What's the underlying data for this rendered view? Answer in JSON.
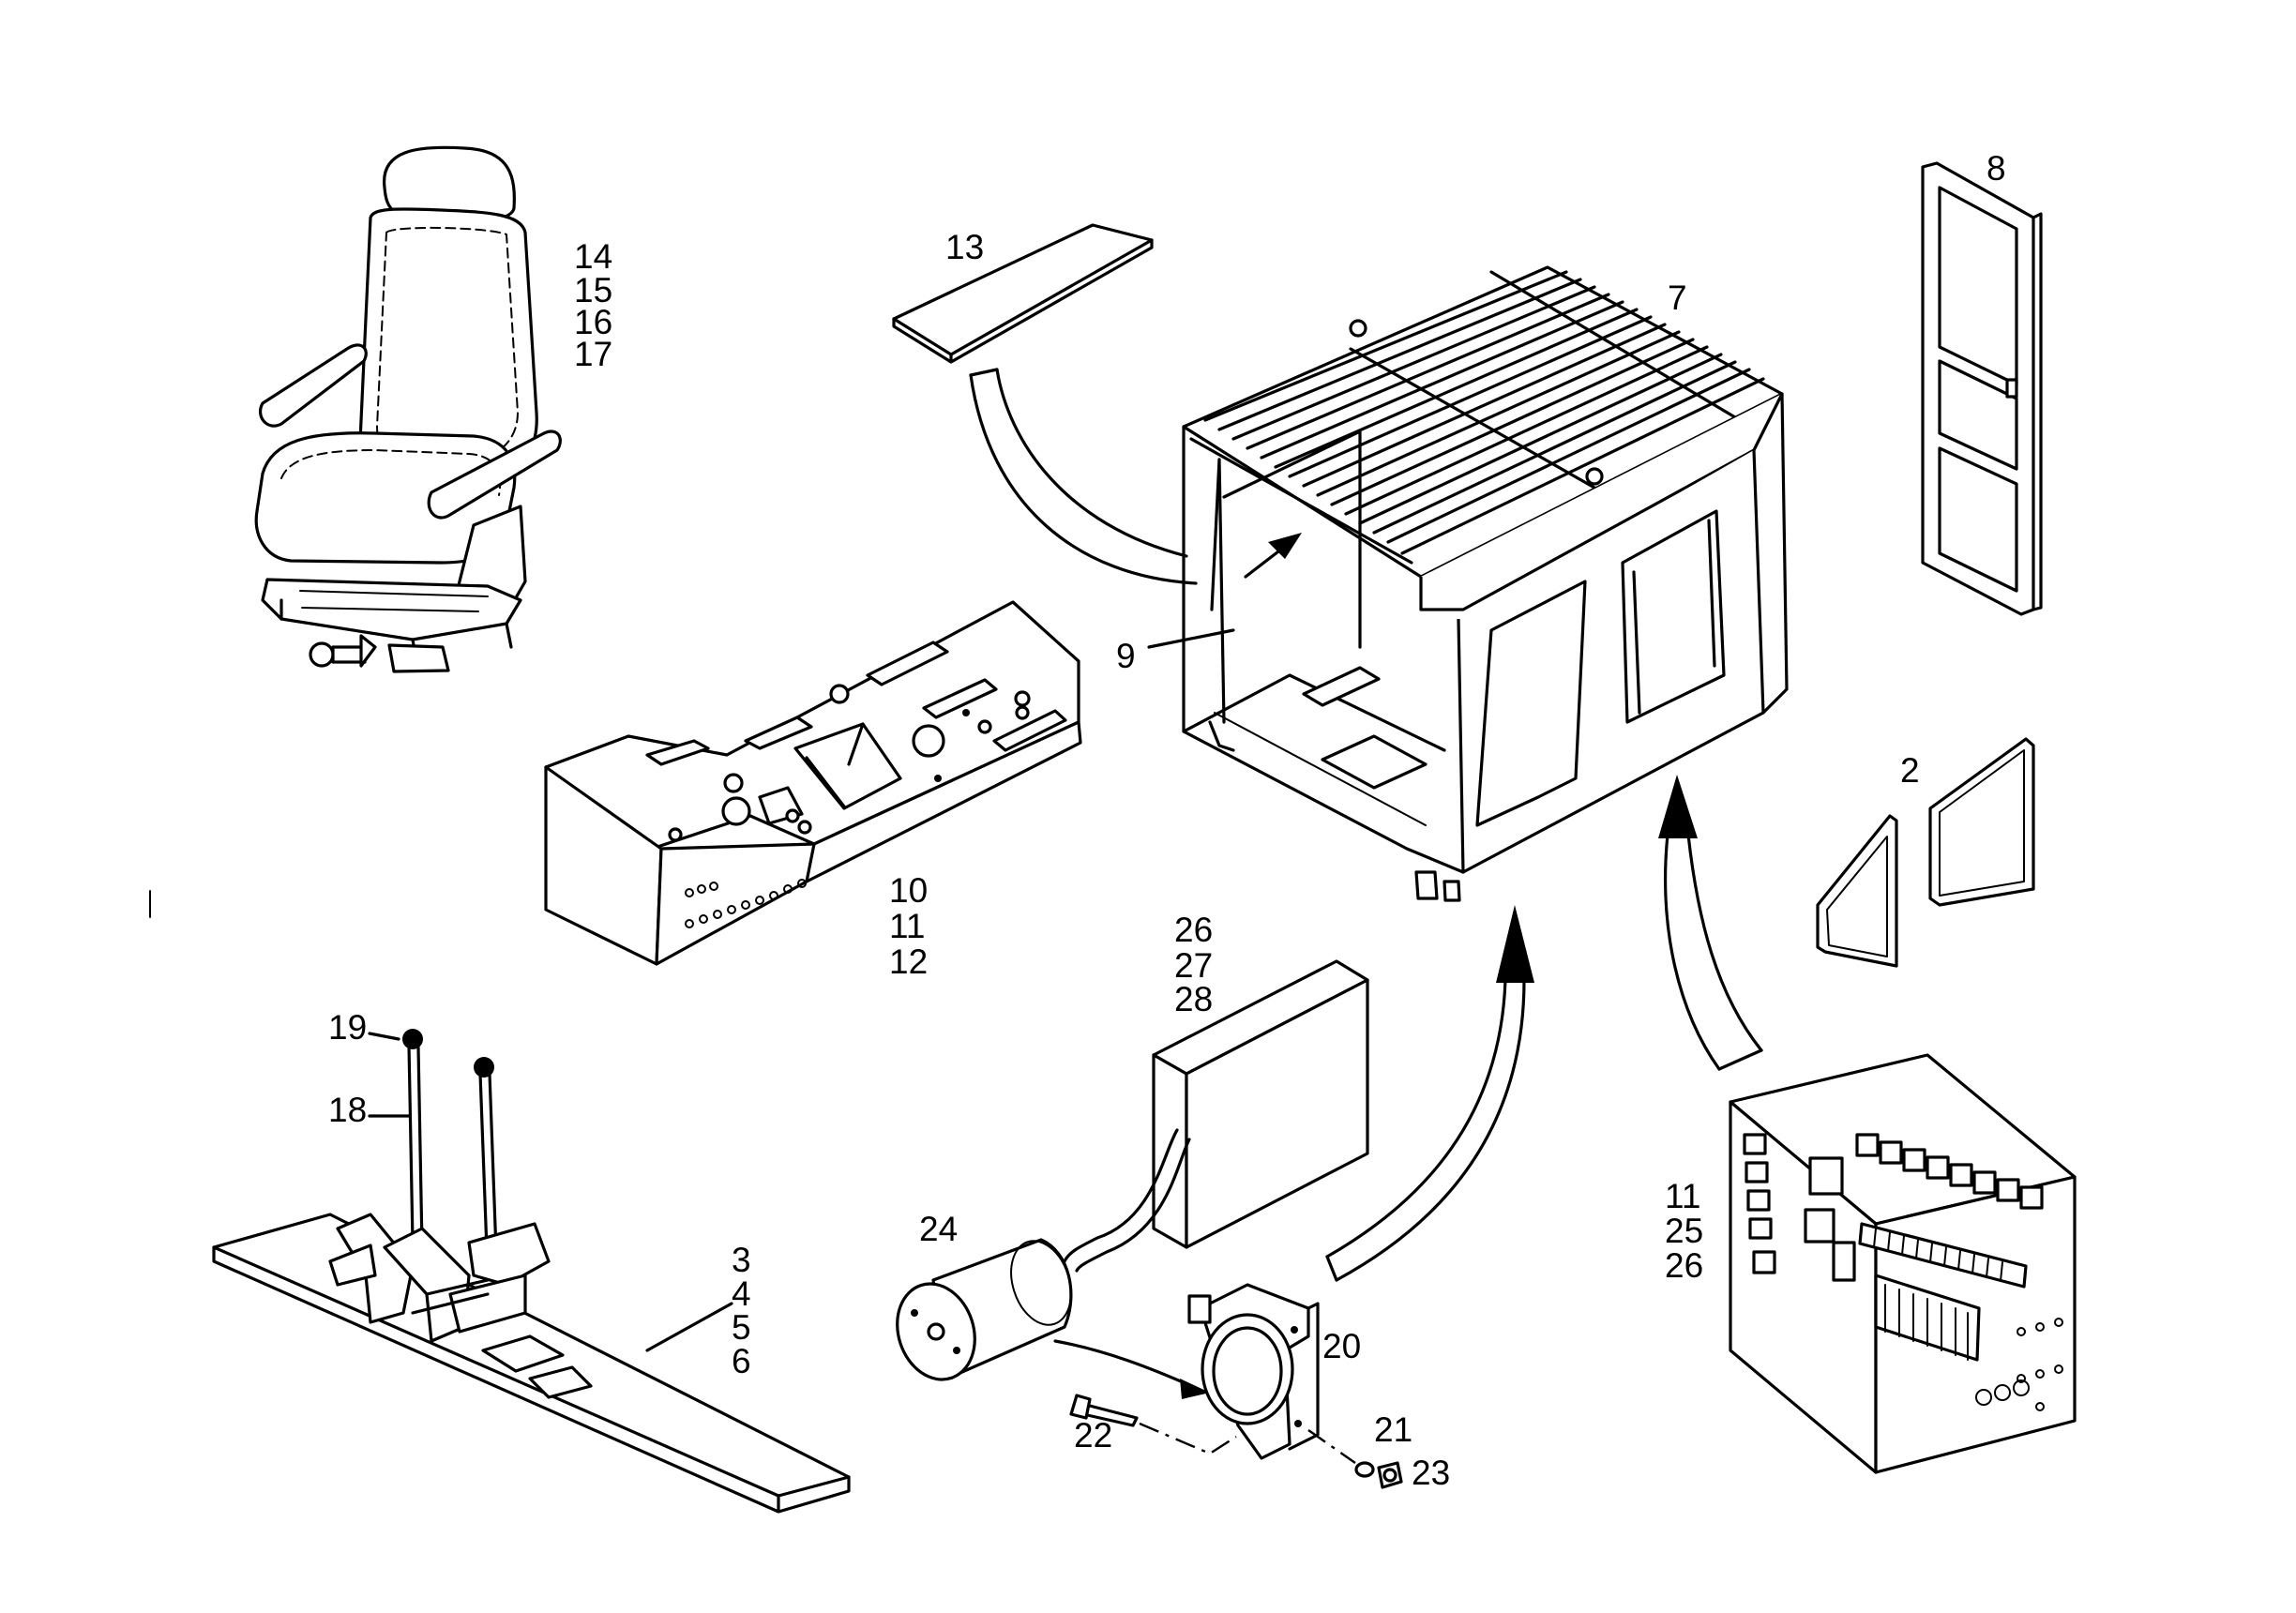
{
  "labels": {
    "seat": [
      "14",
      "15",
      "16",
      "17"
    ],
    "roof_panel": "13",
    "cab": "7",
    "door": "8",
    "window_strip": "9",
    "glass_panes": "2",
    "console": [
      "10",
      "11",
      "12"
    ],
    "lever_knob": "19",
    "lever_rod": "18",
    "pedal_base": [
      "3",
      "4",
      "5",
      "6"
    ],
    "control_unit": [
      "26",
      "27",
      "28"
    ],
    "motor": "24",
    "clamp": "20",
    "bolt": "22",
    "washer": "21",
    "nut": "23",
    "electrical_box": [
      "11",
      "25",
      "26"
    ]
  }
}
